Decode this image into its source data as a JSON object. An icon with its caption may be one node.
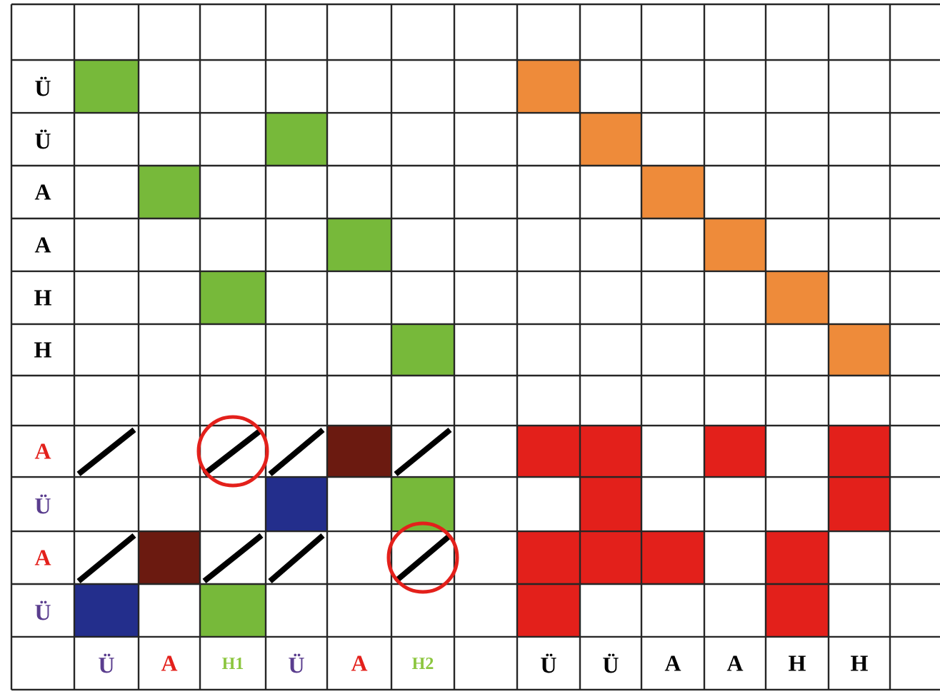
{
  "diagram": {
    "labels": [
      "Ü",
      "Ü",
      "A",
      "A",
      "H",
      "H",
      "A",
      "Ü",
      "A",
      "Ü",
      "Ü",
      "A",
      "H1",
      "Ü",
      "A",
      "H2",
      "Ü",
      "Ü",
      "A",
      "A",
      "H",
      "H"
    ]
  }
}
